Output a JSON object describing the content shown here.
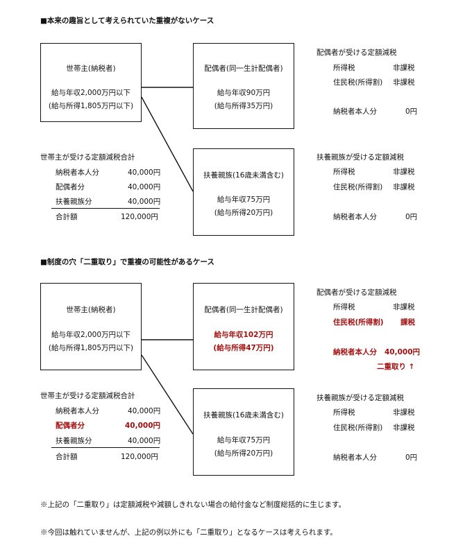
{
  "section1": {
    "title": "■本来の趣旨として考えられていた重複がないケース",
    "head_box": {
      "title": "世帯主(納税者)",
      "income": "給与年収2,000万円以下",
      "income2": "(給与所得1,805万円以下)"
    },
    "spouse_box": {
      "title": "配偶者(同一生計配偶者)",
      "income": "給与年収90万円",
      "income2": "(給与所得35万円)"
    },
    "dependent_box": {
      "title": "扶養親族(16歳未満含む)",
      "income": "給与年収75万円",
      "income2": "(給与所得20万円)"
    },
    "head_total": {
      "title": "世帯主が受ける定額減税合計",
      "rows": [
        {
          "label": "納税者本人分",
          "value": "40,000円"
        },
        {
          "label": "配偶者分",
          "value": "40,000円"
        },
        {
          "label": "扶養親族分",
          "value": "40,000円"
        }
      ],
      "total_label": "合計額",
      "total_value": "120,000円"
    },
    "spouse_side": {
      "title": "配偶者が受ける定額減税",
      "rows": [
        {
          "label": "所得税",
          "value": "非課税"
        },
        {
          "label": "住民税(所得割)",
          "value": "非課税"
        }
      ],
      "self_label": "納税者本人分",
      "self_value": "0円"
    },
    "dependent_side": {
      "title": "扶養親族が受ける定額減税",
      "rows": [
        {
          "label": "所得税",
          "value": "非課税"
        },
        {
          "label": "住民税(所得割)",
          "value": "非課税"
        }
      ],
      "self_label": "納税者本人分",
      "self_value": "0円"
    }
  },
  "section2": {
    "title": "■制度の穴「二重取り」で重複の可能性があるケース",
    "head_box": {
      "title": "世帯主(納税者)",
      "income": "給与年収2,000万円以下",
      "income2": "(給与所得1,805万円以下)"
    },
    "spouse_box": {
      "title": "配偶者(同一生計配偶者)",
      "income": "給与年収102万円",
      "income2": "(給与所得47万円)"
    },
    "dependent_box": {
      "title": "扶養親族(16歳未満含む)",
      "income": "給与年収75万円",
      "income2": "(給与所得20万円)"
    },
    "head_total": {
      "title": "世帯主が受ける定額減税合計",
      "rows": [
        {
          "label": "納税者本人分",
          "value": "40,000円"
        },
        {
          "label": "配偶者分",
          "value": "40,000円"
        },
        {
          "label": "扶養親族分",
          "value": "40,000円"
        }
      ],
      "total_label": "合計額",
      "total_value": "120,000円"
    },
    "spouse_side": {
      "title": "配偶者が受ける定額減税",
      "rows": [
        {
          "label": "所得税",
          "value": "非課税"
        },
        {
          "label": "住民税(所得割)",
          "value": "課税"
        }
      ],
      "self_label": "納税者本人分",
      "self_value": "40,000円",
      "double_note": "二重取り ↑"
    },
    "dependent_side": {
      "title": "扶養親族が受ける定額減税",
      "rows": [
        {
          "label": "所得税",
          "value": "非課税"
        },
        {
          "label": "住民税(所得割)",
          "value": "非課税"
        }
      ],
      "self_label": "納税者本人分",
      "self_value": "0円"
    }
  },
  "notes": [
    "※上記の「二重取り」は定額減税や減額しきれない場合の給付金など制度総括的に生じます。",
    "※今回は触れていませんが、上記の例以外にも「二重取り」となるケースは考えられます。"
  ],
  "colors": {
    "highlight": "#a30f0f",
    "line": "#111111"
  }
}
